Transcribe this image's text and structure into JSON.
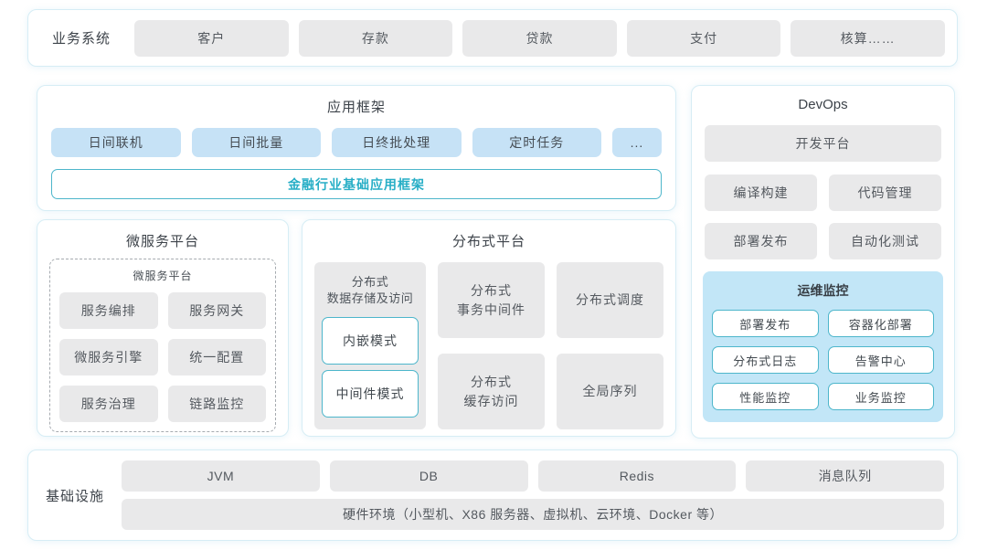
{
  "business": {
    "label": "业务系统",
    "items": [
      "客户",
      "存款",
      "贷款",
      "支付",
      "核算……"
    ]
  },
  "app_framework": {
    "title": "应用框架",
    "items": [
      "日间联机",
      "日间批量",
      "日终批处理",
      "定时任务",
      "..."
    ],
    "base_bar": "金融行业基础应用框架"
  },
  "devops": {
    "title": "DevOps",
    "platform": "开发平台",
    "items": [
      "编译构建",
      "代码管理",
      "部署发布",
      "自动化测试"
    ],
    "monitoring": {
      "title": "运维监控",
      "items": [
        "部署发布",
        "容器化部署",
        "分布式日志",
        "告警中心",
        "性能监控",
        "业务监控"
      ]
    }
  },
  "microservice": {
    "title": "微服务平台",
    "inner_title": "微服务平台",
    "items": [
      "服务编排",
      "服务网关",
      "微服务引擎",
      "统一配置",
      "服务治理",
      "链路监控"
    ]
  },
  "distributed": {
    "title": "分布式平台",
    "storage": {
      "label": "分布式\n数据存储及访问",
      "modes": [
        "内嵌模式",
        "中间件模式"
      ]
    },
    "col2": [
      "分布式\n事务中间件",
      "分布式\n缓存访问"
    ],
    "col3": [
      "分布式调度",
      "全局序列"
    ]
  },
  "infrastructure": {
    "label": "基础设施",
    "items": [
      "JVM",
      "DB",
      "Redis",
      "消息队列"
    ],
    "hardware": "硬件环境（小型机、X86 服务器、虚拟机、云环境、Docker 等）"
  },
  "colors": {
    "panel_border": "#d6edf5",
    "gray_box": "#e9e9ea",
    "blue_box": "#c6e2f6",
    "monitoring_bg": "#c2e6f7",
    "teal_border": "#4db6cb",
    "teal_text": "#27aec6"
  }
}
